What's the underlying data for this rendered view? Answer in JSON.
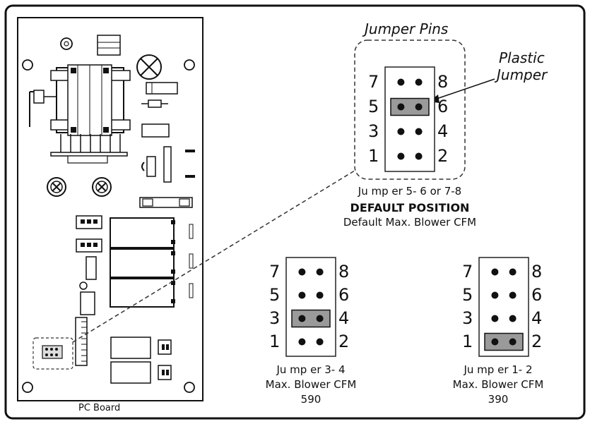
{
  "pc_board": {
    "label": "PC Board"
  },
  "callout": {
    "title": "Jumper Pins",
    "pointer_label_line1": "Plastic",
    "pointer_label_line2": "Jumper"
  },
  "pin_numbers": [
    "1",
    "2",
    "3",
    "4",
    "5",
    "6",
    "7",
    "8"
  ],
  "default": {
    "caption_line1": "Ju mp er 5- 6 or 7-8",
    "caption_line2": "DEFAULT POSITION",
    "caption_line3": "Default Max. Blower CFM",
    "jumper_on": "5-6"
  },
  "option_590": {
    "caption_line1": "Ju mp er 3- 4",
    "caption_line2": "Max. Blower CFM",
    "caption_line3": "590",
    "jumper_on": "3-4"
  },
  "option_390": {
    "caption_line1": "Ju mp er 1- 2",
    "caption_line2": "Max. Blower CFM",
    "caption_line3": "390",
    "jumper_on": "1-2"
  },
  "colors": {
    "jumper_fill": "#9a9a9a",
    "stroke": "#222222",
    "background": "#ffffff"
  }
}
